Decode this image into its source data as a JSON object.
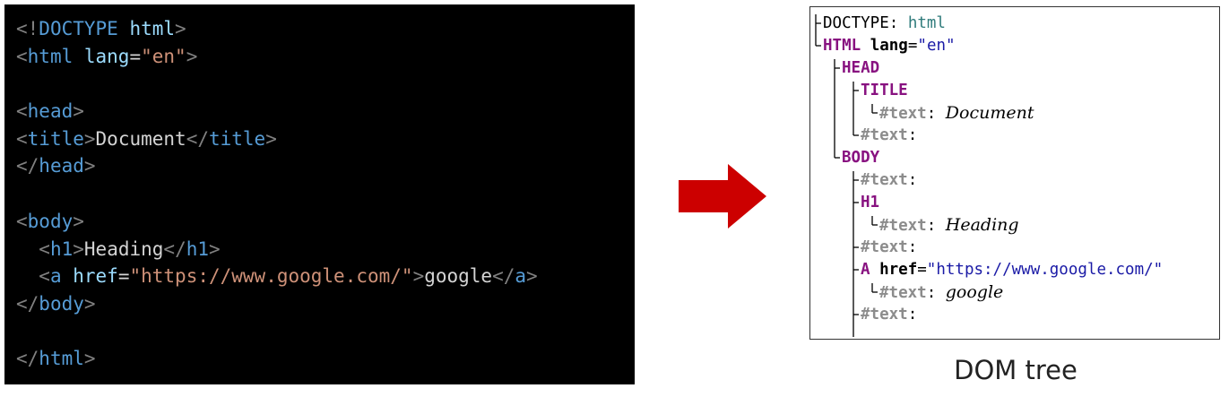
{
  "code": {
    "line1": {
      "open": "<!",
      "doctype": "DOCTYPE",
      "html": " html",
      "close": ">"
    },
    "line2": {
      "open": "<",
      "tag": "html",
      "attr": " lang",
      "eq": "=",
      "value": "\"en\"",
      "close": ">"
    },
    "line4": {
      "open": "<",
      "tag": "head",
      "close": ">"
    },
    "line5": {
      "open": "<",
      "tag": "title",
      "close": ">",
      "text": "Document",
      "open2": "</",
      "tag2": "title",
      "close2": ">"
    },
    "line6": {
      "open": "</",
      "tag": "head",
      "close": ">"
    },
    "line8": {
      "open": "<",
      "tag": "body",
      "close": ">"
    },
    "line9": {
      "indent": "  ",
      "open": "<",
      "tag": "h1",
      "close": ">",
      "text": "Heading",
      "open2": "</",
      "tag2": "h1",
      "close2": ">"
    },
    "line10": {
      "indent": "  ",
      "open": "<",
      "tag": "a",
      "attr": " href",
      "eq": "=",
      "value": "\"https://www.google.com/\"",
      "close": ">",
      "text": "google",
      "open2": "</",
      "tag2": "a",
      "close2": ">"
    },
    "line11": {
      "open": "</",
      "tag": "body",
      "close": ">"
    },
    "line13": {
      "open": "</",
      "tag": "html",
      "close": ">"
    }
  },
  "tree": {
    "doctype_label": "DOCTYPE: ",
    "doctype_value": "html",
    "html_name": "HTML",
    "html_attr": "lang",
    "html_eq": "=",
    "html_value": "\"en\"",
    "head": "HEAD",
    "title": "TITLE",
    "text_node": "#text",
    "colon": ": ",
    "title_text": "Document",
    "body": "BODY",
    "h1": "H1",
    "h1_text": "Heading",
    "a_name": "A",
    "a_attr": "href",
    "a_eq": "=",
    "a_value": "\"https://www.google.com/\"",
    "a_text": "google"
  },
  "caption": "DOM tree",
  "colors": {
    "arrow": "#cc0000"
  }
}
